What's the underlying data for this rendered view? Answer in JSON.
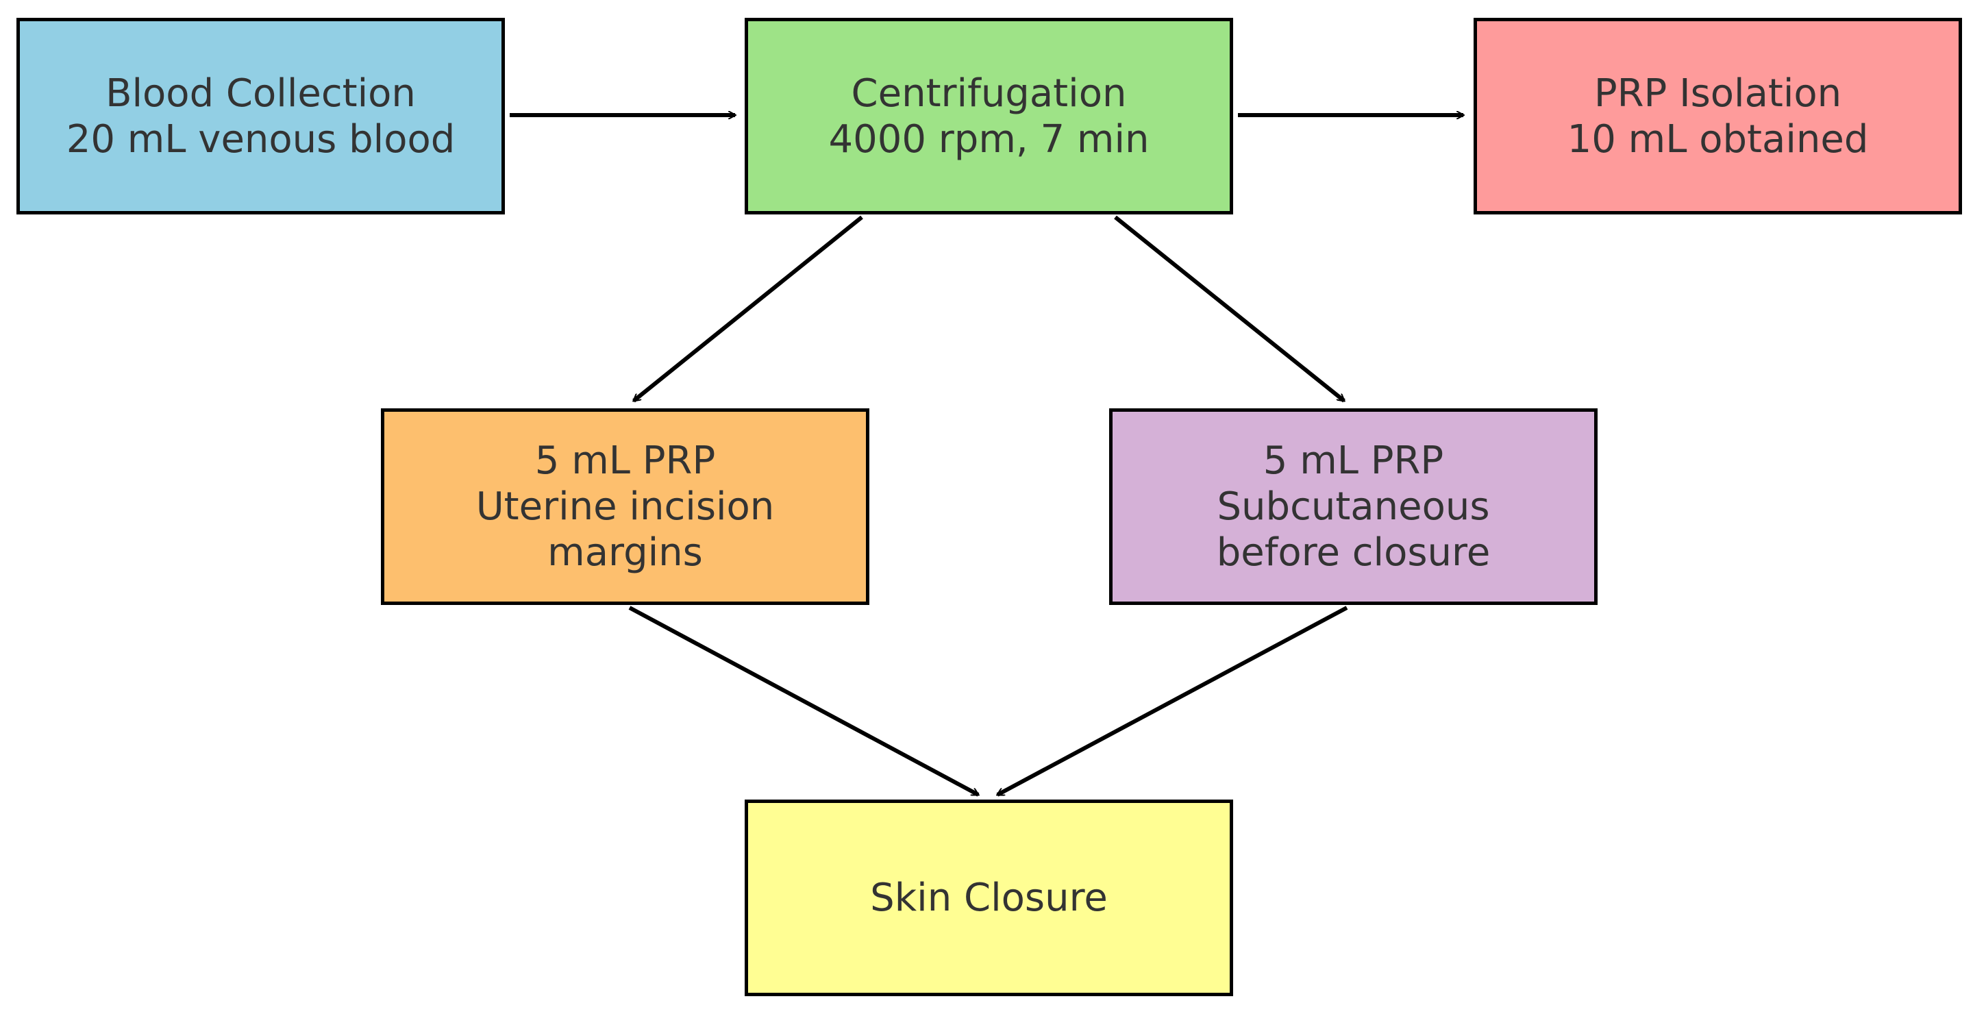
{
  "diagram": {
    "nodes": [
      {
        "id": "blood-collection",
        "text": "Blood Collection\n20 mL venous blood",
        "color": "#92cfe4"
      },
      {
        "id": "centrifugation",
        "text": "Centrifugation\n4000 rpm, 7 min",
        "color": "#9ee387"
      },
      {
        "id": "prp-isolation",
        "text": "PRP Isolation\n10 mL obtained",
        "color": "#fe9b9b"
      },
      {
        "id": "uterine-prp",
        "text": "5 mL PRP\nUterine incision\nmargins",
        "color": "#fdbf6e"
      },
      {
        "id": "subcutaneous-prp",
        "text": "5 mL PRP\nSubcutaneous\nbefore closure",
        "color": "#d5b1d7"
      },
      {
        "id": "skin-closure",
        "text": "Skin Closure",
        "color": "#fffe93"
      }
    ],
    "edges": [
      {
        "from": "blood-collection",
        "to": "centrifugation"
      },
      {
        "from": "centrifugation",
        "to": "prp-isolation"
      },
      {
        "from": "centrifugation",
        "to": "uterine-prp"
      },
      {
        "from": "centrifugation",
        "to": "subcutaneous-prp"
      },
      {
        "from": "uterine-prp",
        "to": "skin-closure"
      },
      {
        "from": "subcutaneous-prp",
        "to": "skin-closure"
      }
    ]
  }
}
